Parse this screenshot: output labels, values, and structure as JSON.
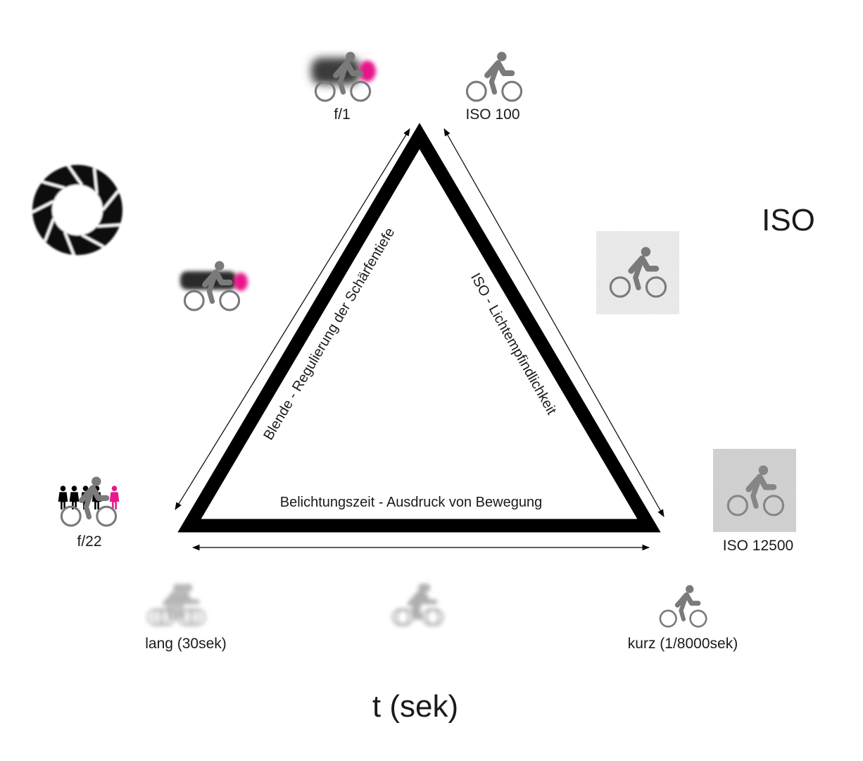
{
  "labels": {
    "aperture_open": "f/1",
    "aperture_closed": "f/22",
    "iso_low": "ISO 100",
    "iso_high": "ISO 12500",
    "iso_heading": "ISO",
    "time_long": "lang (30sek)",
    "time_short": "kurz (1/8000sek)",
    "time_heading": "t (sek)"
  },
  "sides": {
    "left": "Blende - Regulierung der Schärfentiefe",
    "right": "ISO - Lichtempfindlichkeit",
    "bottom": "Belichtungszeit - Ausdruck von Bewegung"
  },
  "icons": {
    "aperture": "aperture-icon",
    "cyclist": "cyclist-icon",
    "people": "person-icon"
  },
  "colors": {
    "ink": "#000000",
    "icon_gray": "#7a7a7a",
    "accent_pink": "#e8198b",
    "noise_light": "#ececec",
    "noise_dark": "#d6d6d6"
  }
}
